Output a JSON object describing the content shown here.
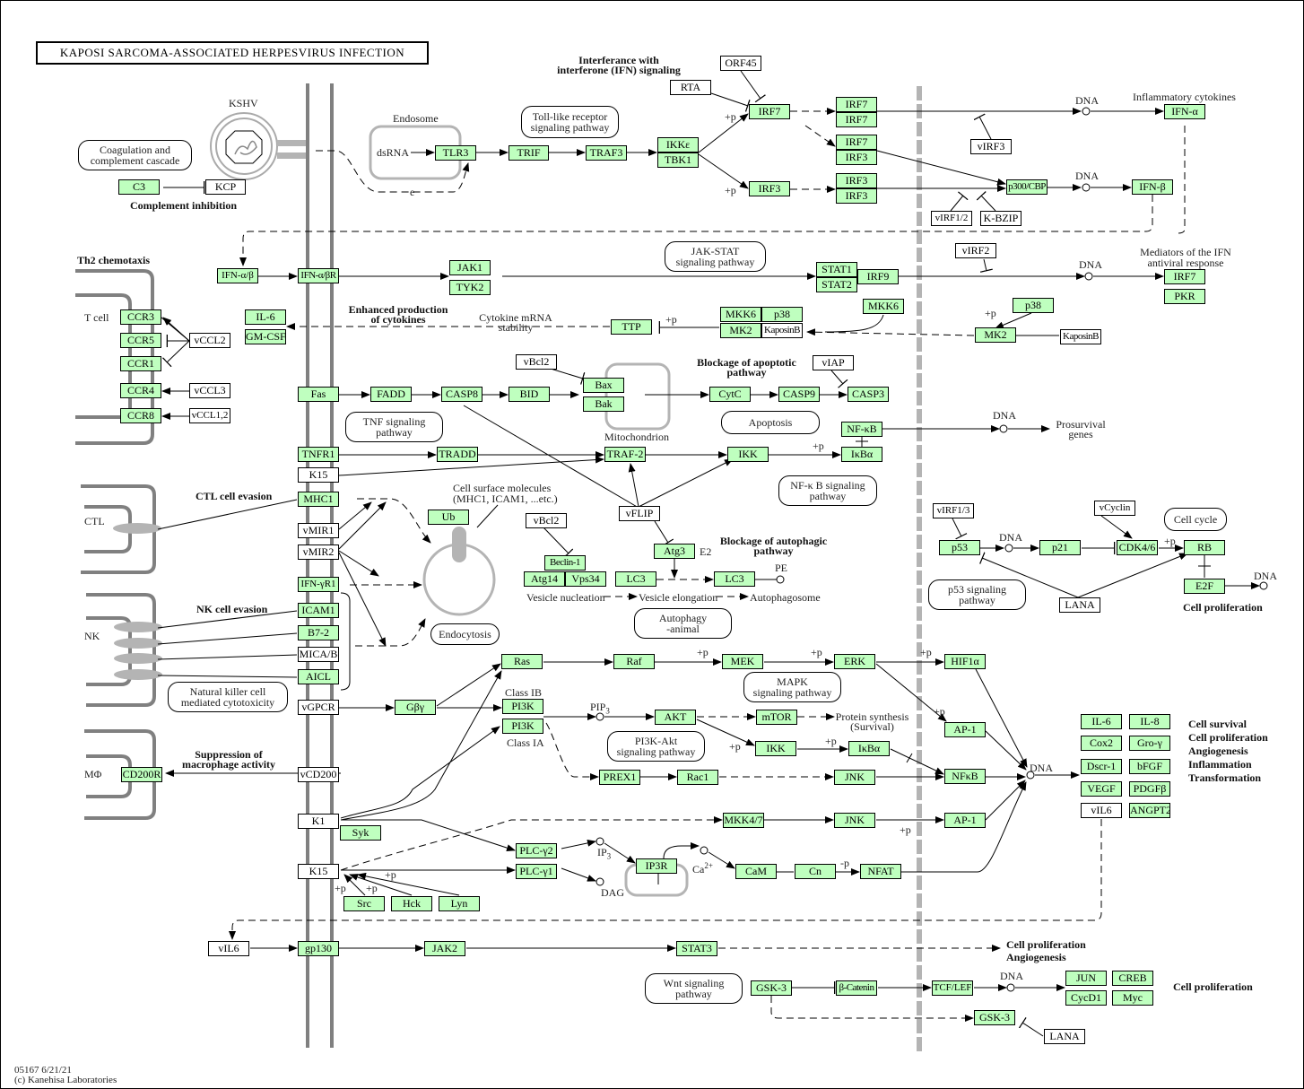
{
  "title": "KAPOSI SARCOMA-ASSOCIATED HERPESVIRUS INFECTION",
  "footer": {
    "map_id": "05167 6/21/21",
    "copyright": "(c) Kanehisa Laboratories"
  },
  "colors": {
    "gene_fill": "#bfffbf",
    "viral_fill": "#ffffff",
    "membrane": "#808080",
    "nucleus_border": "#b4b4b4"
  },
  "nodes": [
    {
      "id": "c3",
      "label": "C3",
      "type": "gene"
    },
    {
      "id": "kcp",
      "label": "KCP",
      "type": "viral"
    },
    {
      "id": "tlr3",
      "label": "TLR3",
      "type": "gene"
    },
    {
      "id": "trif",
      "label": "TRIF",
      "type": "gene"
    },
    {
      "id": "traf3",
      "label": "TRAF3",
      "type": "gene"
    },
    {
      "id": "ikke",
      "label": "IKKε",
      "type": "gene"
    },
    {
      "id": "tbk1",
      "label": "TBK1",
      "type": "gene"
    },
    {
      "id": "orf45",
      "label": "ORF45",
      "type": "viral"
    },
    {
      "id": "rta",
      "label": "RTA",
      "type": "viral"
    },
    {
      "id": "irf7a",
      "label": "IRF7",
      "type": "gene"
    },
    {
      "id": "irf3a",
      "label": "IRF3",
      "type": "gene"
    },
    {
      "id": "irf7b1",
      "label": "IRF7",
      "type": "gene"
    },
    {
      "id": "irf7b2",
      "label": "IRF7",
      "type": "gene"
    },
    {
      "id": "irf7c1",
      "label": "IRF7",
      "type": "gene"
    },
    {
      "id": "irf3c2",
      "label": "IRF3",
      "type": "gene"
    },
    {
      "id": "irf3d1",
      "label": "IRF3",
      "type": "gene"
    },
    {
      "id": "irf3d2",
      "label": "IRF3",
      "type": "gene"
    },
    {
      "id": "virf3",
      "label": "vIRF3",
      "type": "viral"
    },
    {
      "id": "p300",
      "label": "p300/CBP",
      "type": "gene"
    },
    {
      "id": "virf12",
      "label": "vIRF1/2",
      "type": "viral"
    },
    {
      "id": "kbzip",
      "label": "K-BZIP",
      "type": "viral"
    },
    {
      "id": "ifna",
      "label": "IFN-α",
      "type": "gene"
    },
    {
      "id": "ifnb",
      "label": "IFN-β",
      "type": "gene"
    },
    {
      "id": "ifnab",
      "label": "IFN-α/β",
      "type": "gene"
    },
    {
      "id": "ifnabr",
      "label": "IFN-α/βR",
      "type": "gene"
    },
    {
      "id": "jak1",
      "label": "JAK1",
      "type": "gene"
    },
    {
      "id": "tyk2",
      "label": "TYK2",
      "type": "gene"
    },
    {
      "id": "stat1",
      "label": "STAT1",
      "type": "gene"
    },
    {
      "id": "stat2",
      "label": "STAT2",
      "type": "gene"
    },
    {
      "id": "irf9",
      "label": "IRF9",
      "type": "gene"
    },
    {
      "id": "virf2",
      "label": "vIRF2",
      "type": "viral"
    },
    {
      "id": "irf7m",
      "label": "IRF7",
      "type": "gene"
    },
    {
      "id": "pkr",
      "label": "PKR",
      "type": "gene"
    },
    {
      "id": "ccr3",
      "label": "CCR3",
      "type": "gene"
    },
    {
      "id": "ccr5",
      "label": "CCR5",
      "type": "gene"
    },
    {
      "id": "ccr1",
      "label": "CCR1",
      "type": "gene"
    },
    {
      "id": "ccr4",
      "label": "CCR4",
      "type": "gene"
    },
    {
      "id": "ccr8",
      "label": "CCR8",
      "type": "gene"
    },
    {
      "id": "vccl2",
      "label": "vCCL2",
      "type": "viral"
    },
    {
      "id": "vccl3",
      "label": "vCCL3",
      "type": "viral"
    },
    {
      "id": "vccl12",
      "label": "vCCL1,2",
      "type": "viral"
    },
    {
      "id": "il6a",
      "label": "IL-6",
      "type": "gene"
    },
    {
      "id": "gmcsf",
      "label": "GM-CSF",
      "type": "gene"
    },
    {
      "id": "ttp",
      "label": "TTP",
      "type": "gene"
    },
    {
      "id": "mkk6a",
      "label": "MKK6",
      "type": "gene"
    },
    {
      "id": "p38a",
      "label": "p38",
      "type": "gene"
    },
    {
      "id": "mk2a",
      "label": "MK2",
      "type": "gene"
    },
    {
      "id": "kaposinb_a",
      "label": "KaposinB",
      "type": "viral"
    },
    {
      "id": "mkk6b",
      "label": "MKK6",
      "type": "gene"
    },
    {
      "id": "p38b",
      "label": "p38",
      "type": "gene"
    },
    {
      "id": "mk2b",
      "label": "MK2",
      "type": "gene"
    },
    {
      "id": "kaposinb_b",
      "label": "KaposinB",
      "type": "viral"
    },
    {
      "id": "fas",
      "label": "Fas",
      "type": "gene"
    },
    {
      "id": "fadd",
      "label": "FADD",
      "type": "gene"
    },
    {
      "id": "casp8",
      "label": "CASP8",
      "type": "gene"
    },
    {
      "id": "bid",
      "label": "BID",
      "type": "gene"
    },
    {
      "id": "vbcl2a",
      "label": "vBcl2",
      "type": "viral"
    },
    {
      "id": "bax",
      "label": "Bax",
      "type": "gene"
    },
    {
      "id": "bak",
      "label": "Bak",
      "type": "gene"
    },
    {
      "id": "cytc",
      "label": "CytC",
      "type": "gene"
    },
    {
      "id": "casp9",
      "label": "CASP9",
      "type": "gene"
    },
    {
      "id": "viap",
      "label": "vIAP",
      "type": "viral"
    },
    {
      "id": "casp3",
      "label": "CASP3",
      "type": "gene"
    },
    {
      "id": "nfkb_a",
      "label": "NF-κB",
      "type": "gene"
    },
    {
      "id": "ikba_a",
      "label": "IκBα",
      "type": "gene"
    },
    {
      "id": "tnfr1",
      "label": "TNFR1",
      "type": "gene"
    },
    {
      "id": "tradd",
      "label": "TRADD",
      "type": "gene"
    },
    {
      "id": "traf2",
      "label": "TRAF-2",
      "type": "gene"
    },
    {
      "id": "ikk_a",
      "label": "IKK",
      "type": "gene"
    },
    {
      "id": "k15a",
      "label": "K15",
      "type": "viral"
    },
    {
      "id": "mhc1",
      "label": "MHC1",
      "type": "gene"
    },
    {
      "id": "vmir1",
      "label": "vMIR1",
      "type": "viral"
    },
    {
      "id": "vmir2",
      "label": "vMIR2",
      "type": "viral"
    },
    {
      "id": "ifngr1",
      "label": "IFN-γR1",
      "type": "gene"
    },
    {
      "id": "icam1",
      "label": "ICAM1",
      "type": "gene"
    },
    {
      "id": "b72",
      "label": "B7-2",
      "type": "gene"
    },
    {
      "id": "micab",
      "label": "MICA/B",
      "type": "viral"
    },
    {
      "id": "aicl",
      "label": "AICL",
      "type": "gene"
    },
    {
      "id": "ub",
      "label": "Ub",
      "type": "gene"
    },
    {
      "id": "vflip",
      "label": "vFLIP",
      "type": "viral"
    },
    {
      "id": "vbcl2b",
      "label": "vBcl2",
      "type": "viral"
    },
    {
      "id": "beclin1",
      "label": "Beclin-1",
      "type": "gene"
    },
    {
      "id": "atg14",
      "label": "Atg14",
      "type": "gene"
    },
    {
      "id": "vps34",
      "label": "Vps34",
      "type": "gene"
    },
    {
      "id": "atg3",
      "label": "Atg3",
      "type": "gene"
    },
    {
      "id": "lc3a",
      "label": "LC3",
      "type": "gene"
    },
    {
      "id": "lc3b",
      "label": "LC3",
      "type": "gene"
    },
    {
      "id": "virf13",
      "label": "vIRF1/3",
      "type": "viral"
    },
    {
      "id": "p53",
      "label": "p53",
      "type": "gene"
    },
    {
      "id": "p21",
      "label": "p21",
      "type": "gene"
    },
    {
      "id": "vcyclin",
      "label": "vCyclin",
      "type": "viral"
    },
    {
      "id": "cdk46",
      "label": "CDK4/6",
      "type": "gene"
    },
    {
      "id": "rb",
      "label": "RB",
      "type": "gene"
    },
    {
      "id": "e2f",
      "label": "E2F",
      "type": "gene"
    },
    {
      "id": "lana_a",
      "label": "LANA",
      "type": "viral"
    },
    {
      "id": "vgpcr",
      "label": "vGPCR",
      "type": "viral"
    },
    {
      "id": "gby",
      "label": "Gβγ",
      "type": "gene"
    },
    {
      "id": "ras",
      "label": "Ras",
      "type": "gene"
    },
    {
      "id": "raf",
      "label": "Raf",
      "type": "gene"
    },
    {
      "id": "mek",
      "label": "MEK",
      "type": "gene"
    },
    {
      "id": "erk",
      "label": "ERK",
      "type": "gene"
    },
    {
      "id": "hif1a",
      "label": "HIF1α",
      "type": "gene"
    },
    {
      "id": "pi3kb",
      "label": "PI3K",
      "type": "gene"
    },
    {
      "id": "pi3ka",
      "label": "PI3K",
      "type": "gene"
    },
    {
      "id": "akt",
      "label": "AKT",
      "type": "gene"
    },
    {
      "id": "mtor",
      "label": "mTOR",
      "type": "gene"
    },
    {
      "id": "ikk_b",
      "label": "IKK",
      "type": "gene"
    },
    {
      "id": "ikba_b",
      "label": "IκBα",
      "type": "gene"
    },
    {
      "id": "ap1a",
      "label": "AP-1",
      "type": "gene"
    },
    {
      "id": "prex1",
      "label": "PREX1",
      "type": "gene"
    },
    {
      "id": "rac1",
      "label": "Rac1",
      "type": "gene"
    },
    {
      "id": "jnk_a",
      "label": "JNK",
      "type": "gene"
    },
    {
      "id": "nfkb_b",
      "label": "NFκB",
      "type": "gene"
    },
    {
      "id": "mkk47",
      "label": "MKK4/7",
      "type": "gene"
    },
    {
      "id": "jnk_b",
      "label": "JNK",
      "type": "gene"
    },
    {
      "id": "ap1b",
      "label": "AP-1",
      "type": "gene"
    },
    {
      "id": "vcd200",
      "label": "vCD200",
      "type": "viral"
    },
    {
      "id": "cd200r",
      "label": "CD200R",
      "type": "gene"
    },
    {
      "id": "k1",
      "label": "K1",
      "type": "viral"
    },
    {
      "id": "syk",
      "label": "Syk",
      "type": "gene"
    },
    {
      "id": "k15b",
      "label": "K15",
      "type": "viral"
    },
    {
      "id": "src",
      "label": "Src",
      "type": "gene"
    },
    {
      "id": "hck",
      "label": "Hck",
      "type": "gene"
    },
    {
      "id": "lyn",
      "label": "Lyn",
      "type": "gene"
    },
    {
      "id": "plcg2",
      "label": "PLC-γ2",
      "type": "gene"
    },
    {
      "id": "plcg1",
      "label": "PLC-γ1",
      "type": "gene"
    },
    {
      "id": "ip3r",
      "label": "IP3R",
      "type": "gene"
    },
    {
      "id": "cam",
      "label": "CaM",
      "type": "gene"
    },
    {
      "id": "cn",
      "label": "Cn",
      "type": "gene"
    },
    {
      "id": "nfat",
      "label": "NFAT",
      "type": "gene"
    },
    {
      "id": "il6b",
      "label": "IL-6",
      "type": "gene"
    },
    {
      "id": "il8",
      "label": "IL-8",
      "type": "gene"
    },
    {
      "id": "cox2",
      "label": "Cox2",
      "type": "gene"
    },
    {
      "id": "grog",
      "label": "Gro-γ",
      "type": "gene"
    },
    {
      "id": "dscr1",
      "label": "Dscr-1",
      "type": "gene"
    },
    {
      "id": "bfgf",
      "label": "bFGF",
      "type": "gene"
    },
    {
      "id": "vegf",
      "label": "VEGF",
      "type": "gene"
    },
    {
      "id": "pdgfb",
      "label": "PDGFβ",
      "type": "gene"
    },
    {
      "id": "vil6a",
      "label": "vIL6",
      "type": "viral"
    },
    {
      "id": "angpt2",
      "label": "ANGPT2",
      "type": "gene"
    },
    {
      "id": "vil6b",
      "label": "vIL6",
      "type": "viral"
    },
    {
      "id": "gp130",
      "label": "gp130",
      "type": "gene"
    },
    {
      "id": "jak2",
      "label": "JAK2",
      "type": "gene"
    },
    {
      "id": "stat3",
      "label": "STAT3",
      "type": "gene"
    },
    {
      "id": "gsk3a",
      "label": "GSK-3",
      "type": "gene"
    },
    {
      "id": "bcat",
      "label": "β-Catenin",
      "type": "gene"
    },
    {
      "id": "tcflef",
      "label": "TCF/LEF",
      "type": "gene"
    },
    {
      "id": "jun",
      "label": "JUN",
      "type": "gene"
    },
    {
      "id": "creb",
      "label": "CREB",
      "type": "gene"
    },
    {
      "id": "cycd1",
      "label": "CycD1",
      "type": "gene"
    },
    {
      "id": "myc",
      "label": "Myc",
      "type": "gene"
    },
    {
      "id": "gsk3b",
      "label": "GSK-3",
      "type": "gene"
    },
    {
      "id": "lana_b",
      "label": "LANA",
      "type": "viral"
    }
  ],
  "pathway_maps": [
    {
      "id": "coag",
      "label": "Coagulation and\ncomplement cascade"
    },
    {
      "id": "tlr",
      "label": "Toll-like receptor\nsignaling pathway"
    },
    {
      "id": "jakstat",
      "label": "JAK-STAT\nsignaling pathway"
    },
    {
      "id": "tnf",
      "label": "TNF signaling\npathway"
    },
    {
      "id": "apoptosis",
      "label": "Apoptosis"
    },
    {
      "id": "nfkbpath",
      "label": "NF-κ B signaling\npathway"
    },
    {
      "id": "cellcycle",
      "label": "Cell cycle"
    },
    {
      "id": "p53path",
      "label": "p53 signaling\npathway"
    },
    {
      "id": "endocytosis",
      "label": "Endocytosis"
    },
    {
      "id": "autophagy",
      "label": "Autophagy\n-animal"
    },
    {
      "id": "nkcell",
      "label": "Natural killer cell\nmediated cytotoxicity"
    },
    {
      "id": "mapk",
      "label": "MAPK\nsignaling pathway"
    },
    {
      "id": "pi3k",
      "label": "PI3K-Akt\nsignaling pathway"
    },
    {
      "id": "wnt",
      "label": "Wnt signaling\npathway"
    }
  ],
  "labels": {
    "kshv": "KSHV",
    "endosome": "Endosome",
    "dsrna": "dsRNA",
    "e": "e",
    "complement_inhibition": "Complement inhibition",
    "ifn_interference_1": "Interferance with",
    "ifn_interference_2": "interferone (IFN) signaling",
    "inflammatory_cytokines": "Inflammatory cytokines",
    "mediators_1": "Mediators of the IFN",
    "mediators_2": "antiviral response",
    "th2": "Th2 chemotaxis",
    "tcell": "T cell",
    "ctl": "CTL",
    "nk": "NK",
    "mphi": "MΦ",
    "enhanced_1": "Enhanced production",
    "enhanced_2": "of cytokines",
    "mrna_1": "Cytokine mRNA",
    "mrna_2": "stability",
    "mitochondrion": "Mitochondrion",
    "block_apop_1": "Blockage of apoptotic",
    "block_apop_2": "pathway",
    "prosurvival_1": "Prosurvival",
    "prosurvival_2": "genes",
    "ctl_evasion": "CTL cell evasion",
    "nk_evasion": "NK cell evasion",
    "surface_1": "Cell surface molecules",
    "surface_2": "(MHC1,  ICAM1, ...etc.)",
    "block_auto_1": "Blockage of autophagic",
    "block_auto_2": "pathway",
    "e2": "E2",
    "pe": "PE",
    "vesicle_nucleation": "Vesicle nucleation",
    "vesicle_elongation": "Vesicle elongation",
    "autophagosome": "Autophagosome",
    "cell_proliferation_a": "Cell proliferation",
    "class_ib": "Class IB",
    "class_ia": "Class IA",
    "pip3": "PIP",
    "protein_synth_1": "Protein synthesis",
    "protein_synth_2": "(Survival)",
    "outcomes": [
      "Cell survival",
      "Cell proliferation",
      "Angiogenesis",
      "Inflammation",
      "Transformation"
    ],
    "suppression_1": "Suppression of",
    "suppression_2": "macrophage activity",
    "ip3": "IP",
    "dag": "DAG",
    "ca": "Ca",
    "stat3_out_1": "Cell proliferation",
    "stat3_out_2": "Angiogenesis",
    "cell_proliferation_b": "Cell proliferation",
    "dna": "DNA",
    "plus_p": "+p",
    "minus_p": "-p"
  }
}
